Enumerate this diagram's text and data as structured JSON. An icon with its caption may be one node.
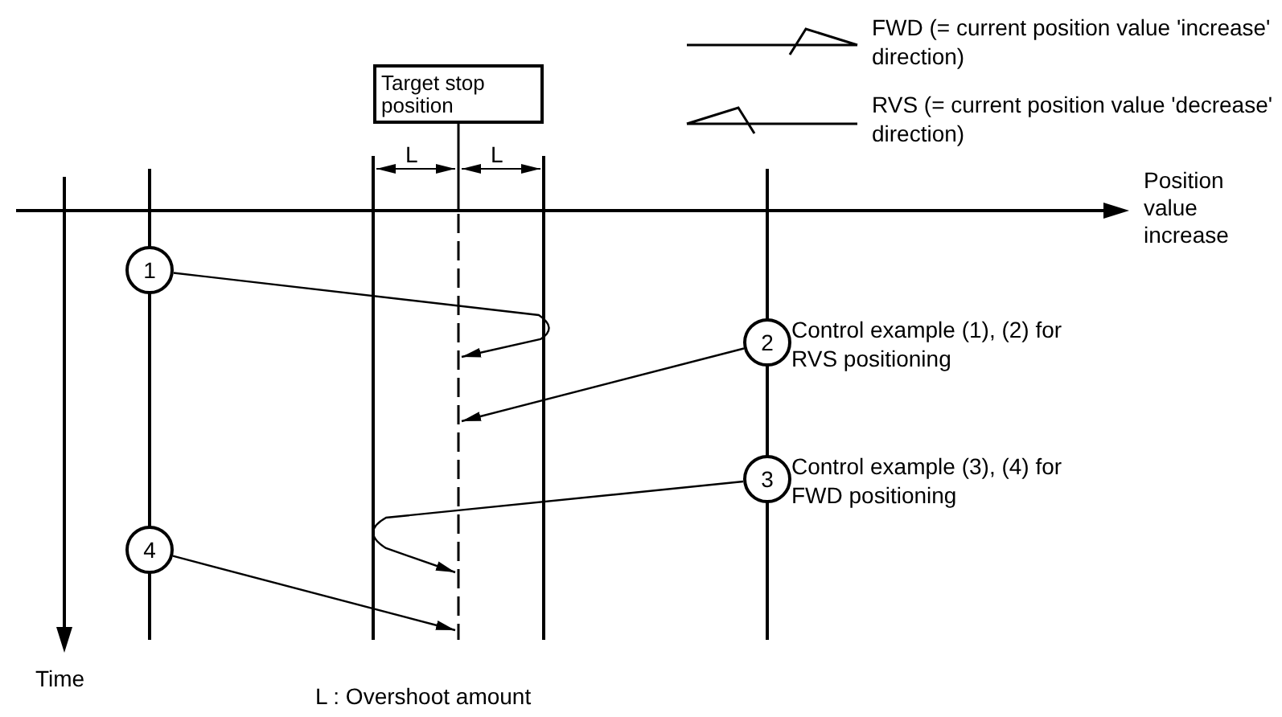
{
  "diagram": {
    "nodes": [
      {
        "text": [
          "Target stop position"
        ]
      },
      {
        "text": [
          "1"
        ]
      },
      {
        "text": [
          "2"
        ],
        "beside": [
          "Control example (1), (2) for RVS positioning"
        ]
      },
      {
        "text": [
          "3"
        ],
        "beside": [
          "Control example (3), (4) for FWD positioning"
        ]
      },
      {
        "text": [
          "4"
        ]
      }
    ],
    "edges": [
      {
        "from": 1,
        "to": null,
        "arrow": "to"
      },
      {
        "from": 2,
        "to": null,
        "arrow": "to"
      },
      {
        "from": 3,
        "to": null,
        "arrow": "to"
      },
      {
        "from": 4,
        "to": null,
        "arrow": "to"
      }
    ],
    "labels": [
      "L",
      "L",
      "Position value increase",
      "Time",
      "L : Overshoot amount"
    ],
    "legend": [
      {
        "text": "FWD (= current position value 'increase' direction)"
      },
      {
        "text": "RVS (= current position value 'decrease' direction)"
      }
    ]
  }
}
